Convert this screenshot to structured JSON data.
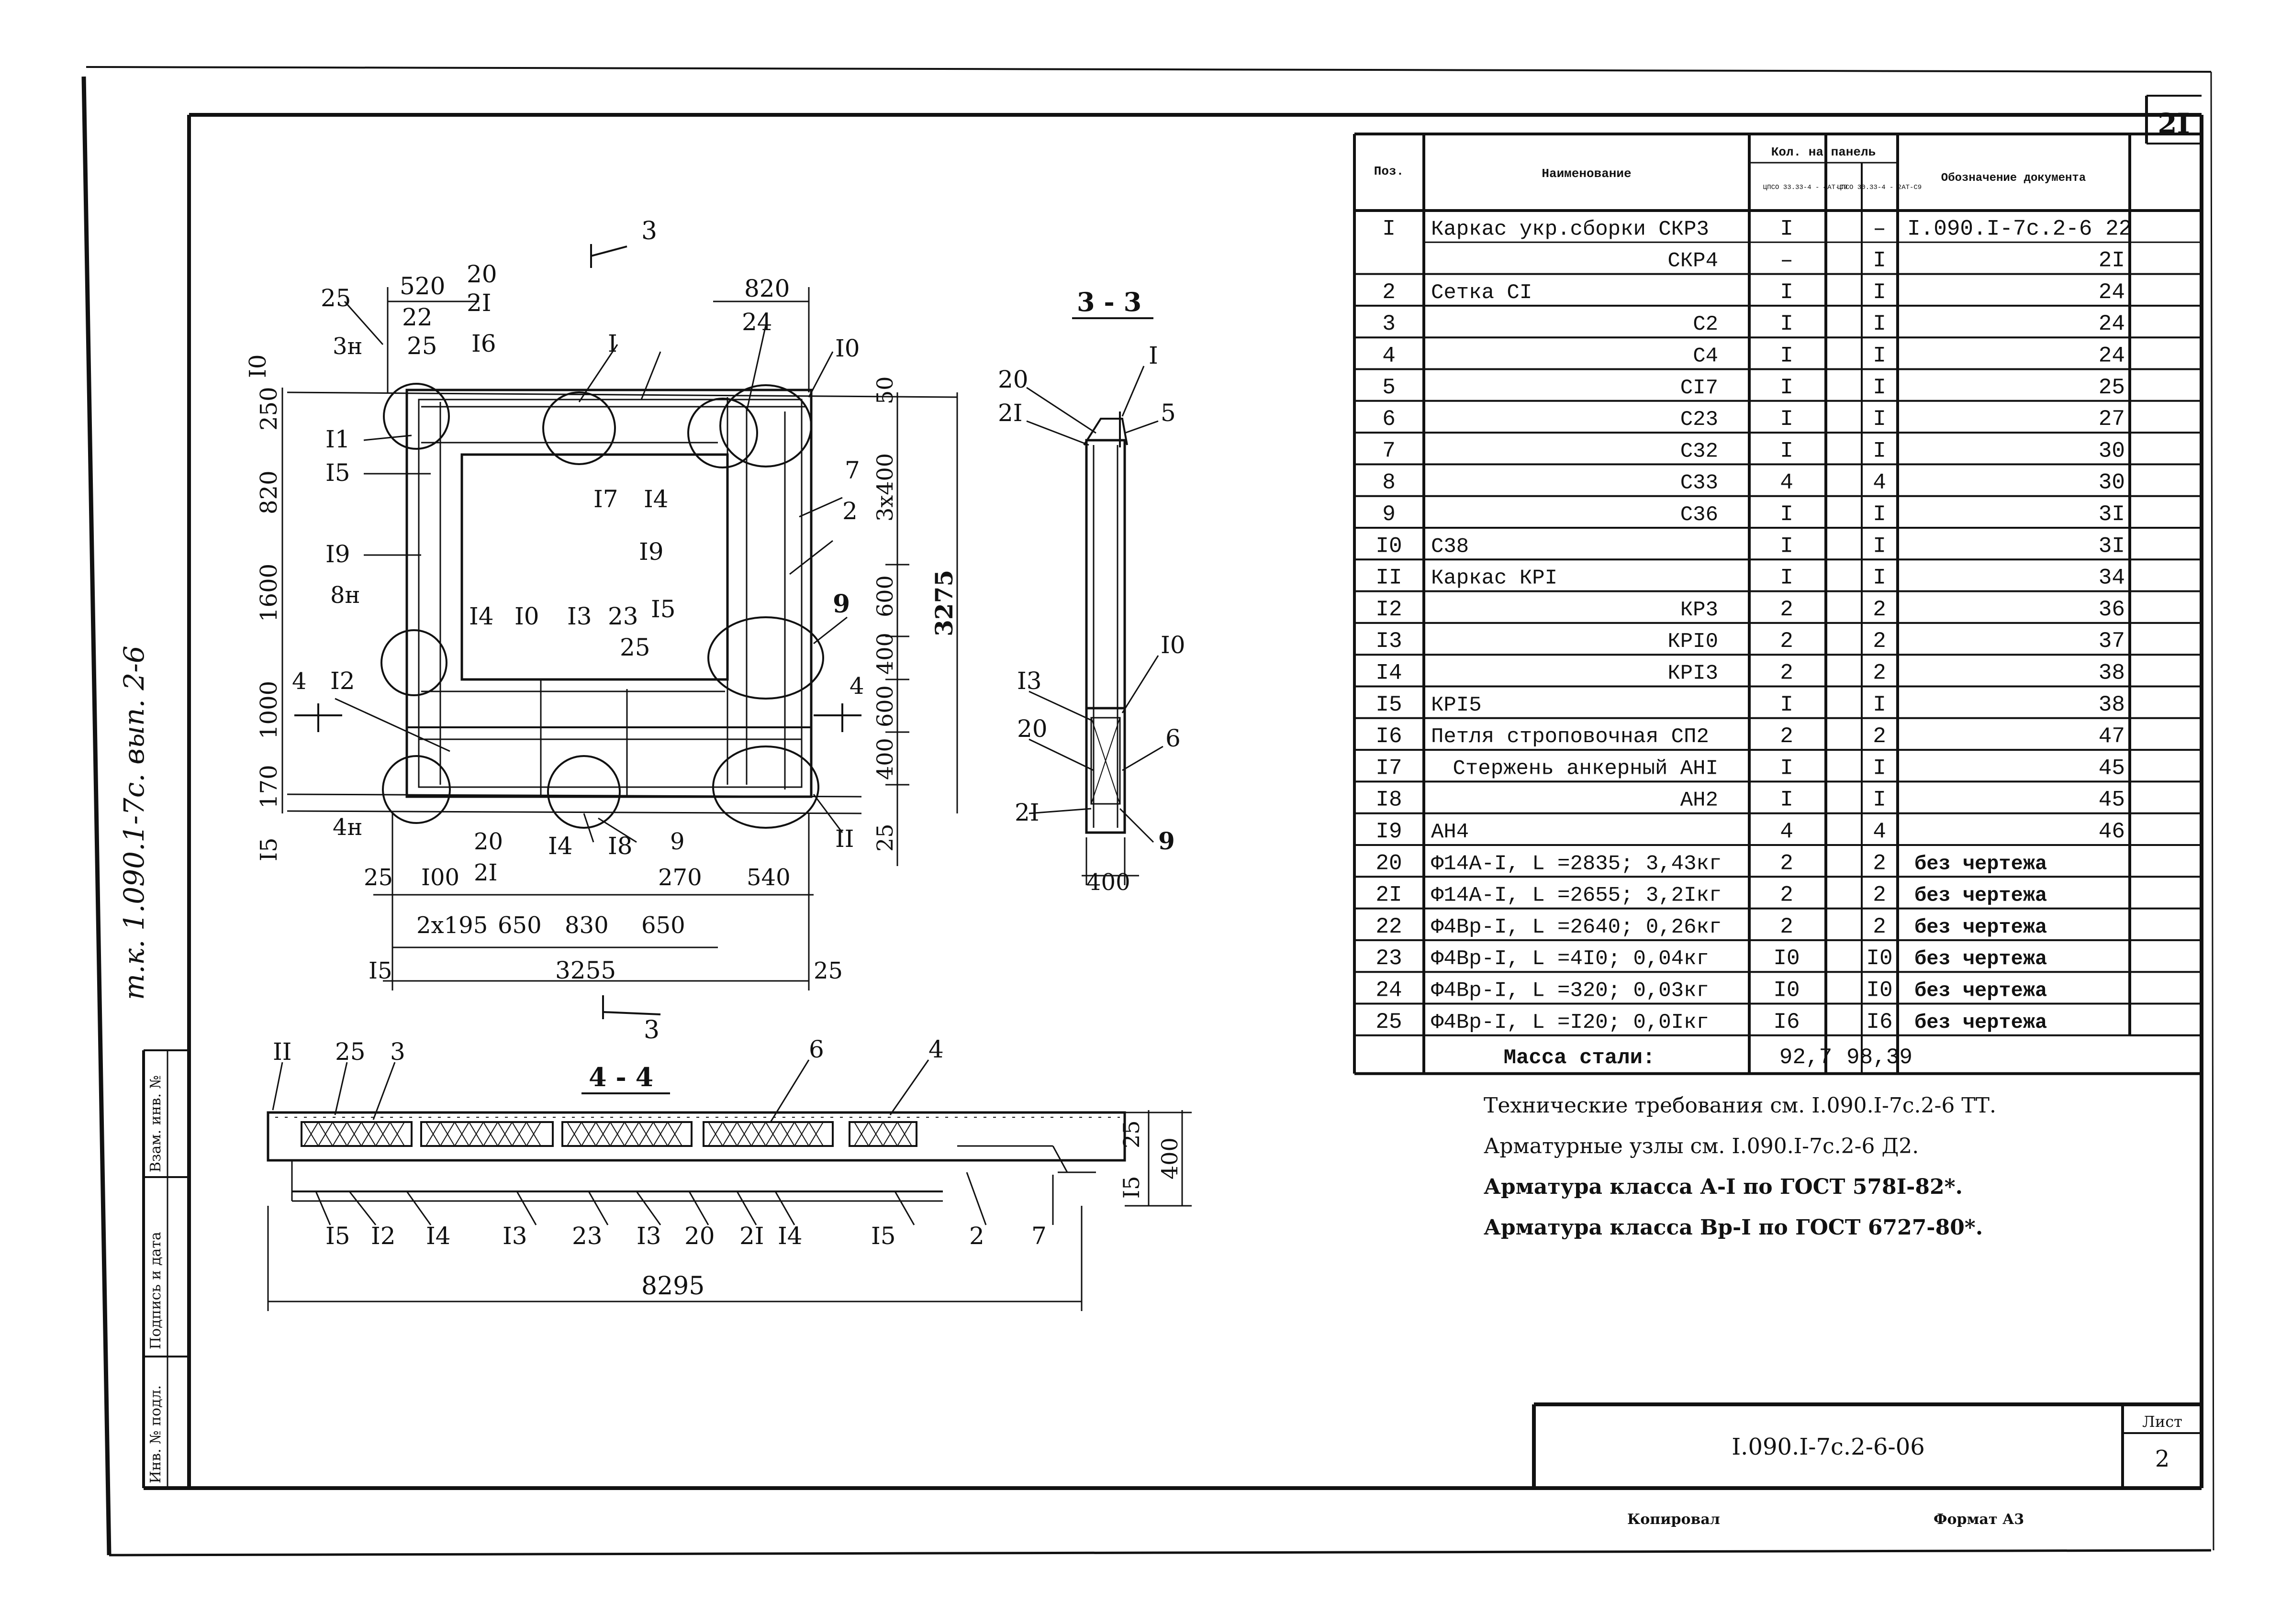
{
  "sheet": {
    "sheet_number": "2I",
    "side_stamp": "т.к. 1.090.1-7с. вып. 2-6",
    "side_labels": [
      "Инв. № подл.",
      "Подпись и дата",
      "Взам. инв. №"
    ],
    "title_code": "I.090.I-7c.2-6-06",
    "sheet_label": "Лист",
    "sheet_page": "2",
    "copied_by": "Копировал",
    "format": "Формат А3"
  },
  "plan": {
    "section_mark_label": "3",
    "dims_top": [
      "520",
      "20",
      "22",
      "2I",
      "820"
    ],
    "dims_left": [
      "250",
      "820",
      "1600",
      "1000",
      "170",
      "I5"
    ],
    "dims_right": [
      "50",
      "3х400",
      "600",
      "400",
      "600",
      "400",
      "25"
    ],
    "dim_overall_height": "3275",
    "dims_bottom_1": [
      "25",
      "I00",
      "20",
      "2I",
      "9",
      "270",
      "540"
    ],
    "dims_bottom_2": [
      "2х195",
      "650",
      "830",
      "650"
    ],
    "dim_overall_width": "3255",
    "dims_bottom_3": [
      "I5",
      "25"
    ],
    "section_44_mark": "4",
    "node_labels": [
      "3н",
      "8н",
      "4н"
    ],
    "callouts": [
      "25",
      "I0",
      "I",
      "24",
      "I0",
      "7",
      "2",
      "I1",
      "I5",
      "I6",
      "25",
      "I7",
      "I4",
      "I9",
      "I9",
      "I4",
      "I0",
      "I3",
      "23",
      "25",
      "I5",
      "9",
      "I2",
      "I4",
      "I8",
      "II"
    ]
  },
  "section_33": {
    "title": "3 - 3",
    "callouts": [
      "20",
      "2I",
      "I",
      "5",
      "I0",
      "I3",
      "20",
      "6",
      "2I",
      "9"
    ],
    "width_dim": "400"
  },
  "section_44": {
    "title": "4 - 4",
    "top_callouts": [
      "II",
      "25",
      "3",
      "6",
      "4"
    ],
    "bottom_callouts": [
      "I5",
      "I2",
      "I4",
      "I3",
      "23",
      "I3",
      "20",
      "2I",
      "I4",
      "I5",
      "2",
      "7"
    ],
    "dims_right": [
      "25",
      "I5",
      "400"
    ],
    "length_dim": "8295"
  },
  "spec_table": {
    "headers": {
      "pos": "Поз.",
      "name": "Наименование",
      "qty": "Кол. на панель",
      "qty_a": "ЦПСО 33.33-4 - 4АТ-С9",
      "qty_b": "ЦПСО 30.33-4 - 2АТ-С9",
      "doc": "Обозначение документа"
    },
    "rows": [
      [
        "I",
        "Каркас укр.сборки СКР3",
        "I",
        "–",
        "I.090.I-7c.2-6 22"
      ],
      [
        "",
        "СКР4",
        "–",
        "I",
        "2I"
      ],
      [
        "2",
        "Сетка СI",
        "I",
        "I",
        "24"
      ],
      [
        "3",
        "С2",
        "I",
        "I",
        "24"
      ],
      [
        "4",
        "С4",
        "I",
        "I",
        "24"
      ],
      [
        "5",
        "СI7",
        "I",
        "I",
        "25"
      ],
      [
        "6",
        "С23",
        "I",
        "I",
        "27"
      ],
      [
        "7",
        "С32",
        "I",
        "I",
        "30"
      ],
      [
        "8",
        "С33",
        "4",
        "4",
        "30"
      ],
      [
        "9",
        "С36",
        "I",
        "I",
        "3I"
      ],
      [
        "I0",
        "С38",
        "I",
        "I",
        "3I"
      ],
      [
        "II",
        "Каркас КРI",
        "I",
        "I",
        "34"
      ],
      [
        "I2",
        "КР3",
        "2",
        "2",
        "36"
      ],
      [
        "I3",
        "КРI0",
        "2",
        "2",
        "37"
      ],
      [
        "I4",
        "КРI3",
        "2",
        "2",
        "38"
      ],
      [
        "I5",
        "КРI5",
        "I",
        "I",
        "38"
      ],
      [
        "I6",
        "Петля строповочная СП2",
        "2",
        "2",
        "47"
      ],
      [
        "I7",
        "Стержень анкерный АНI",
        "I",
        "I",
        "45"
      ],
      [
        "I8",
        "АН2",
        "I",
        "I",
        "45"
      ],
      [
        "I9",
        "АН4",
        "4",
        "4",
        "46"
      ],
      [
        "20",
        "Φ14А-I,  L =2835; 3,43кг",
        "2",
        "2",
        "без чертежа"
      ],
      [
        "2I",
        "Φ14А-I,  L =2655; 3,2Iкг",
        "2",
        "2",
        "без чертежа"
      ],
      [
        "22",
        "Φ4Вр-I,  L =2640; 0,26кг",
        "2",
        "2",
        "без чертежа"
      ],
      [
        "23",
        "Φ4Вр-I,  L =4I0; 0,04кг",
        "I0",
        "I0",
        "без чертежа"
      ],
      [
        "24",
        "Φ4Вр-I,  L =320; 0,03кг",
        "I0",
        "I0",
        "без чертежа"
      ],
      [
        "25",
        "Φ4Вр-I,  L =I20; 0,0Iкг",
        "I6",
        "I6",
        "без чертежа"
      ]
    ],
    "total_label": "Масса стали:",
    "total_a": "92,7",
    "total_b": "98,39"
  },
  "notes": [
    "Технические требования см. I.090.I-7c.2-6 ТТ.",
    "Арматурные узлы см. I.090.I-7c.2-6 Д2.",
    "Арматура класса А-I по ГОСТ 578I-82*.",
    "Арматура класса Вр-I по ГОСТ 6727-80*."
  ]
}
